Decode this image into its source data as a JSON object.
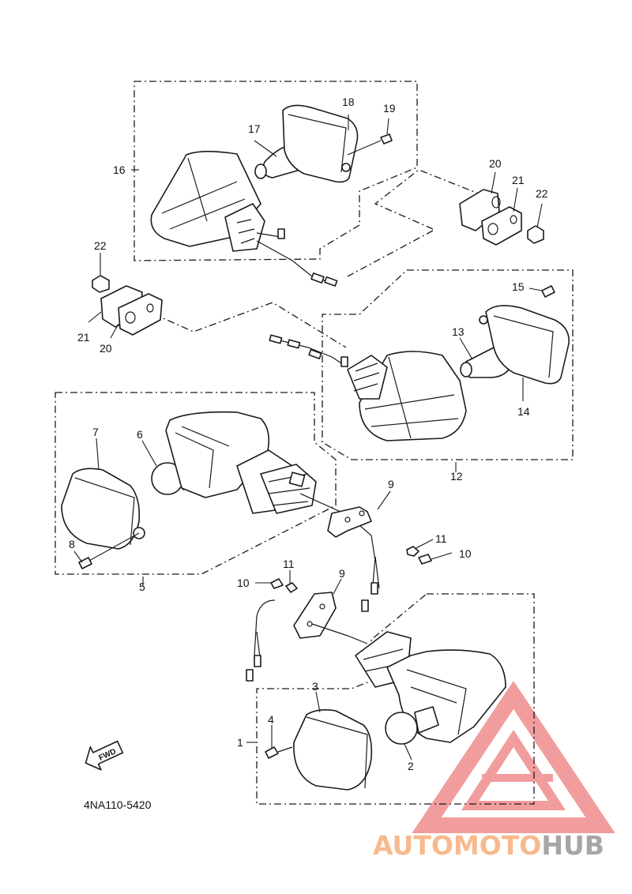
{
  "drawing_code": "4NA110-5420",
  "fwd_label": "FWD",
  "watermark": {
    "part1": "AUTOMOTO",
    "part2": "HUB",
    "color1": "#f7b98d",
    "color2": "#a6a6a6",
    "triangle_color": "#f08c8c"
  },
  "callouts": {
    "c1": "1",
    "c2": "2",
    "c3": "3",
    "c4": "4",
    "c5": "5",
    "c6": "6",
    "c7": "7",
    "c8": "8",
    "c9a": "9",
    "c9b": "9",
    "c10a": "10",
    "c10b": "10",
    "c11a": "11",
    "c11b": "11",
    "c12": "12",
    "c13": "13",
    "c14": "14",
    "c15": "15",
    "c16": "16",
    "c17": "17",
    "c18": "18",
    "c19": "19",
    "c20a": "20",
    "c20b": "20",
    "c21a": "21",
    "c21b": "21",
    "c22a": "22",
    "c22b": "22"
  }
}
